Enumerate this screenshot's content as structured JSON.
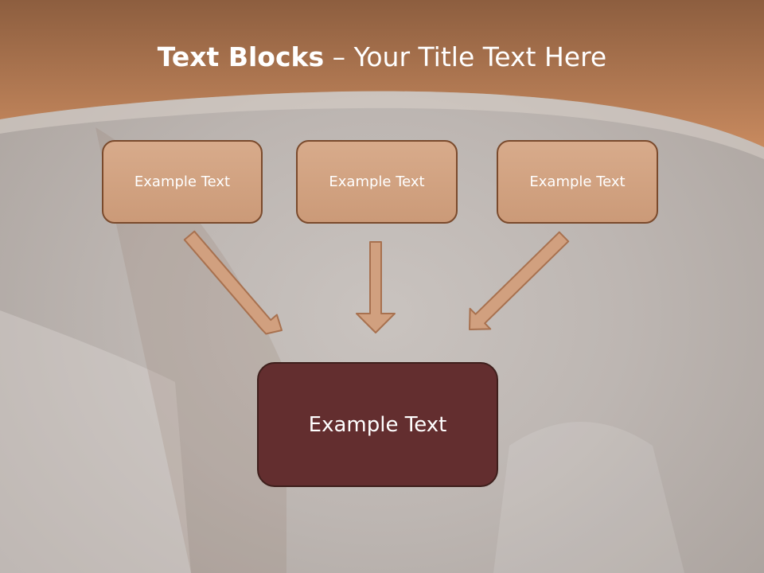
{
  "title": {
    "bold": "Text Blocks",
    "rest": " – Your Title Text Here"
  },
  "boxes": [
    {
      "label": "Example Text"
    },
    {
      "label": "Example Text"
    },
    {
      "label": "Example Text"
    }
  ],
  "main_box": {
    "label": "Example Text"
  },
  "colors": {
    "header": "#b57a52",
    "box_fill": "#d4a686",
    "box_border": "#7a4a2c",
    "main_fill": "#632e2f",
    "arrow": "#d1a07f"
  }
}
